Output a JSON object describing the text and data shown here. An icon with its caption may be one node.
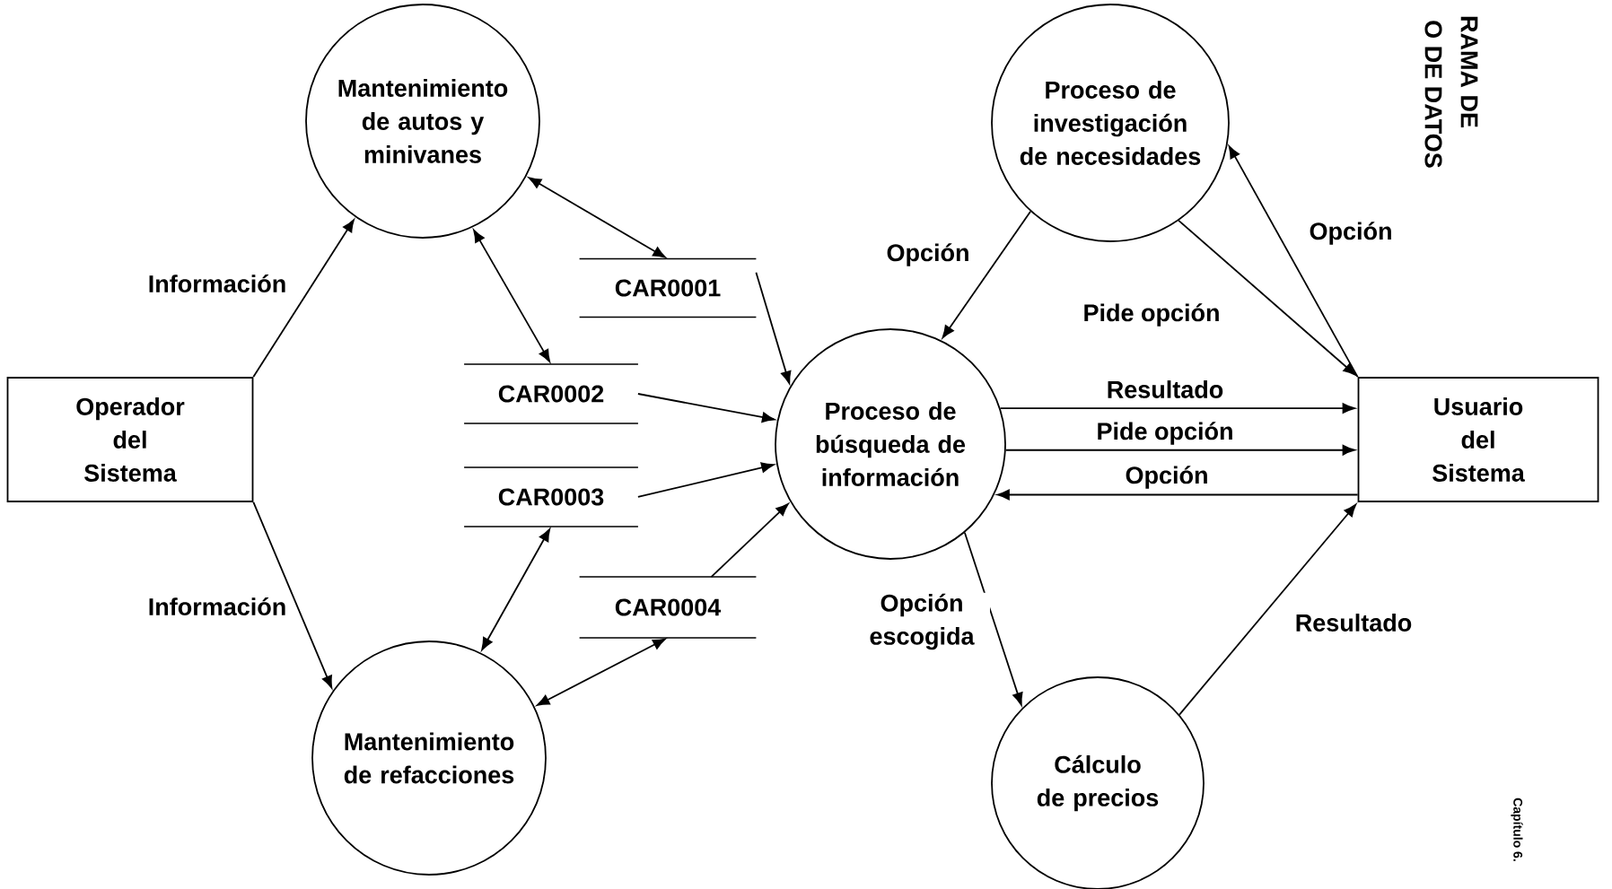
{
  "diagram": {
    "nodes": [
      {
        "text": [
          "Operador del Sistema"
        ]
      },
      {
        "text": [
          "Mantenimiento de autos y minivanes"
        ]
      },
      {
        "text": [
          "Mantenimiento de refacciones"
        ]
      },
      {
        "text": [
          "CAR0001"
        ]
      },
      {
        "text": [
          "CAR0002"
        ]
      },
      {
        "text": [
          "CAR0003"
        ]
      },
      {
        "text": [
          "CAR0004"
        ]
      },
      {
        "text": [
          "Proceso de búsqueda de información"
        ]
      },
      {
        "text": [
          "Proceso de investigación de necesidades"
        ]
      },
      {
        "text": [
          "Cálculo de precios"
        ]
      },
      {
        "text": [
          "Usuario del Sistema"
        ]
      }
    ],
    "edges": [
      {
        "from": 0,
        "to": 1,
        "arrow": "to",
        "label": "Información"
      },
      {
        "from": 0,
        "to": 2,
        "arrow": "to",
        "label": "Información"
      },
      {
        "from": 1,
        "to": 3,
        "arrow": "both"
      },
      {
        "from": 1,
        "to": 4,
        "arrow": "both"
      },
      {
        "from": 2,
        "to": 5,
        "arrow": "both"
      },
      {
        "from": 2,
        "to": 6,
        "arrow": "both"
      },
      {
        "from": 3,
        "to": 7,
        "arrow": "to"
      },
      {
        "from": 4,
        "to": 7,
        "arrow": "to"
      },
      {
        "from": 5,
        "to": 7,
        "arrow": "to"
      },
      {
        "from": 6,
        "to": 7,
        "arrow": "to"
      },
      {
        "from": 8,
        "to": 7,
        "arrow": "to",
        "label": "Opción"
      },
      {
        "from": 8,
        "to": 10,
        "arrow": "to",
        "label": "Pide opción"
      },
      {
        "from": 10,
        "to": 8,
        "arrow": "to",
        "label": "Opción"
      },
      {
        "from": 7,
        "to": 10,
        "arrow": "to",
        "label": "Resultado"
      },
      {
        "from": 7,
        "to": 10,
        "arrow": "to",
        "label": "Pide opción"
      },
      {
        "from": 10,
        "to": 7,
        "arrow": "to",
        "label": "Opción"
      },
      {
        "from": 7,
        "to": 9,
        "arrow": "to",
        "label": "Opción escogida"
      },
      {
        "from": 9,
        "to": 10,
        "arrow": "to",
        "label": "Resultado"
      }
    ],
    "labels": [
      "RAMA DE",
      "O DE DATOS",
      "Capítulo 6."
    ]
  }
}
